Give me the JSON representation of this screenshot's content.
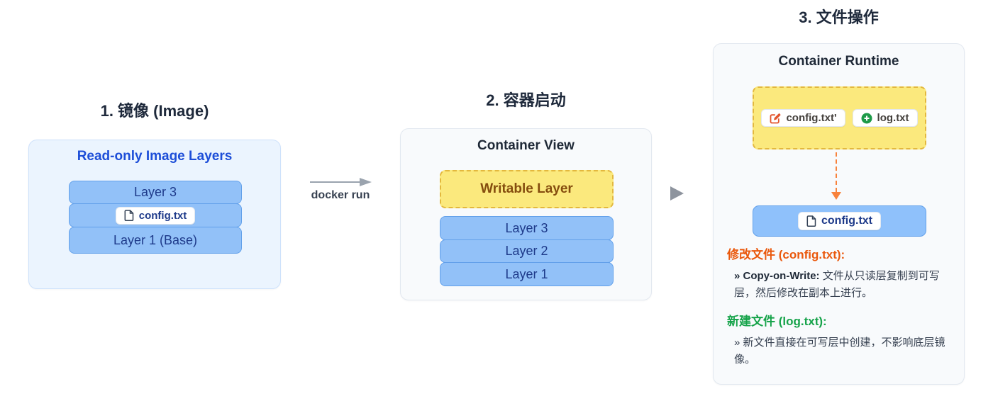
{
  "colors": {
    "accent_blue": "#1d4ed8",
    "layer_fill": "#92c1f8",
    "layer_border": "#62a0ea",
    "writable_fill": "#fbe97d",
    "writable_border": "#e3b83e",
    "modify_orange": "#ea580c",
    "create_green": "#16a34a",
    "title_dark": "#1e293b"
  },
  "section1": {
    "title": "1. 镜像 (Image)",
    "heading": "Read-only Image Layers",
    "layer_top": "Layer 3",
    "file_badge": "config.txt",
    "layer_base": "Layer 1 (Base)"
  },
  "arrow1": {
    "label": "docker run"
  },
  "section2": {
    "title": "2. 容器启动",
    "heading": "Container View",
    "writable_layer": "Writable Layer",
    "layers": [
      "Layer 3",
      "Layer 2",
      "Layer 1"
    ]
  },
  "section3": {
    "title": "3. 文件操作",
    "heading": "Container Runtime",
    "modified_file_badge": "config.txt'",
    "new_file_badge": "log.txt",
    "image_file_badge": "config.txt",
    "modify_heading": "修改文件 (config.txt):",
    "modify_lead": "» Copy-on-Write:",
    "modify_body": " 文件从只读层复制到可写层，然后修改在副本上进行。",
    "create_heading": "新建文件 (log.txt):",
    "create_body": "» 新文件直接在可写层中创建，不影响底层镜像。"
  }
}
